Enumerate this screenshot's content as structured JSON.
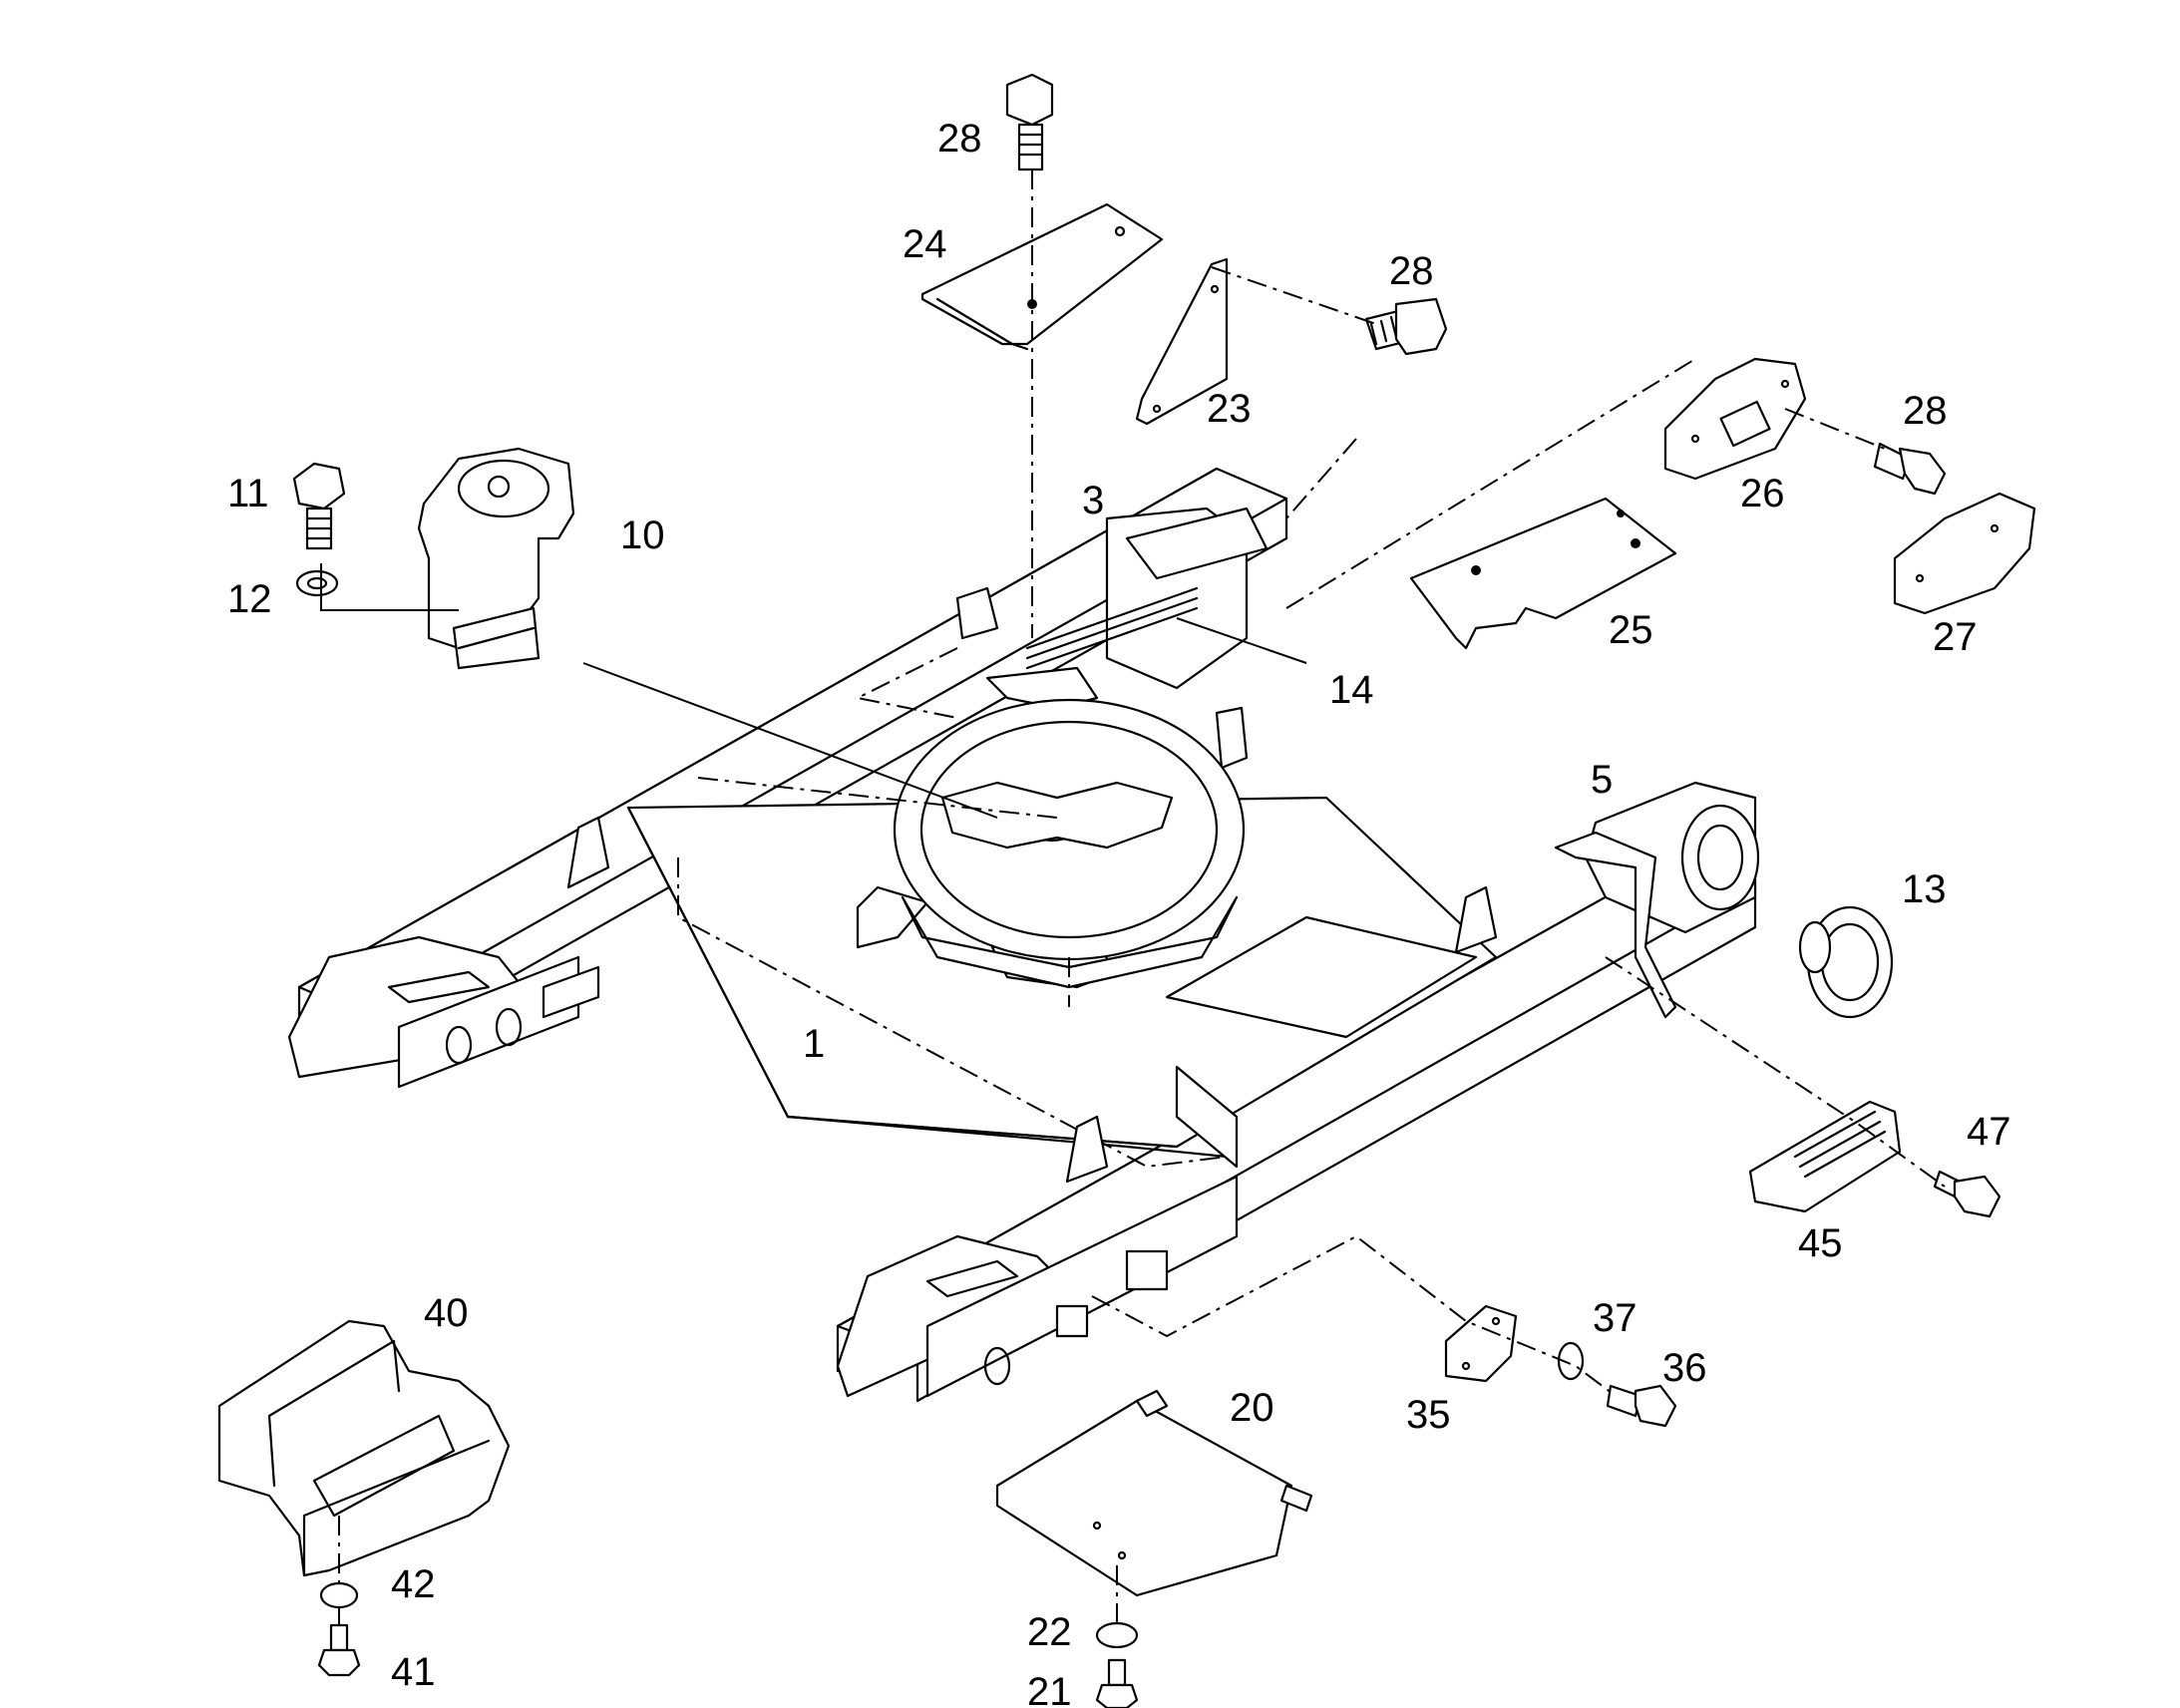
{
  "callouts": [
    {
      "id": "c1",
      "label": "1"
    },
    {
      "id": "c3",
      "label": "3"
    },
    {
      "id": "c5",
      "label": "5"
    },
    {
      "id": "c10",
      "label": "10"
    },
    {
      "id": "c11",
      "label": "11"
    },
    {
      "id": "c12",
      "label": "12"
    },
    {
      "id": "c13",
      "label": "13"
    },
    {
      "id": "c14",
      "label": "14"
    },
    {
      "id": "c20",
      "label": "20"
    },
    {
      "id": "c21",
      "label": "21"
    },
    {
      "id": "c22",
      "label": "22"
    },
    {
      "id": "c23",
      "label": "23"
    },
    {
      "id": "c24",
      "label": "24"
    },
    {
      "id": "c25",
      "label": "25"
    },
    {
      "id": "c26",
      "label": "26"
    },
    {
      "id": "c27",
      "label": "27"
    },
    {
      "id": "c28a",
      "label": "28"
    },
    {
      "id": "c28b",
      "label": "28"
    },
    {
      "id": "c28c",
      "label": "28"
    },
    {
      "id": "c35",
      "label": "35"
    },
    {
      "id": "c36",
      "label": "36"
    },
    {
      "id": "c37",
      "label": "37"
    },
    {
      "id": "c40",
      "label": "40"
    },
    {
      "id": "c41",
      "label": "41"
    },
    {
      "id": "c42",
      "label": "42"
    },
    {
      "id": "c45",
      "label": "45"
    },
    {
      "id": "c47",
      "label": "47"
    }
  ]
}
